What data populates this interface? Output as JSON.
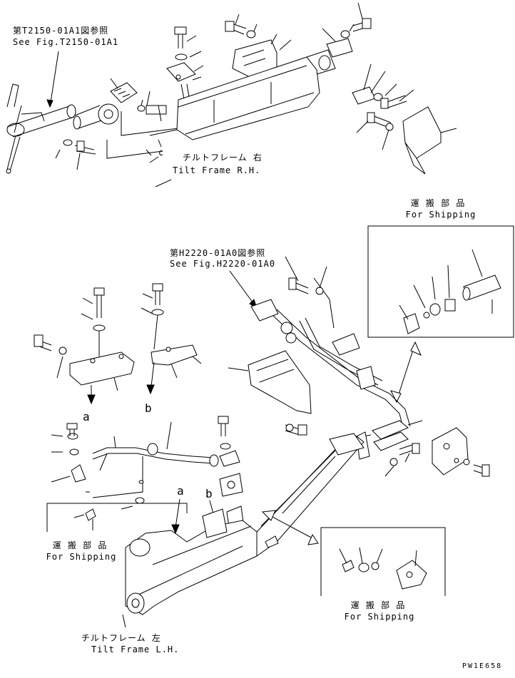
{
  "refs": {
    "upper": {
      "jp": "第T2150-01A1図参照",
      "en": "See Fig.T2150-01A1"
    },
    "middle": {
      "jp": "第H2220-01A0図参照",
      "en": "See Fig.H2220-01A0"
    }
  },
  "frames": {
    "right": {
      "jp": "チルトフレーム 右",
      "en": "Tilt Frame R.H."
    },
    "left": {
      "jp": "チルトフレーム 左",
      "en": "Tilt Frame L.H."
    }
  },
  "shipping": {
    "upper_right": {
      "jp": "運 搬 部 品",
      "en": "For Shipping"
    },
    "left": {
      "jp": "運 搬 部 品",
      "en": "For Shipping"
    },
    "lower_right": {
      "jp": "運 搬 部 品",
      "en": "For Shipping"
    }
  },
  "markers": {
    "a": "a",
    "b": "b",
    "c": "c"
  },
  "drawing_code": "PW1E658",
  "icons": [
    "arrow-down-icon",
    "double-arrow-icon"
  ]
}
